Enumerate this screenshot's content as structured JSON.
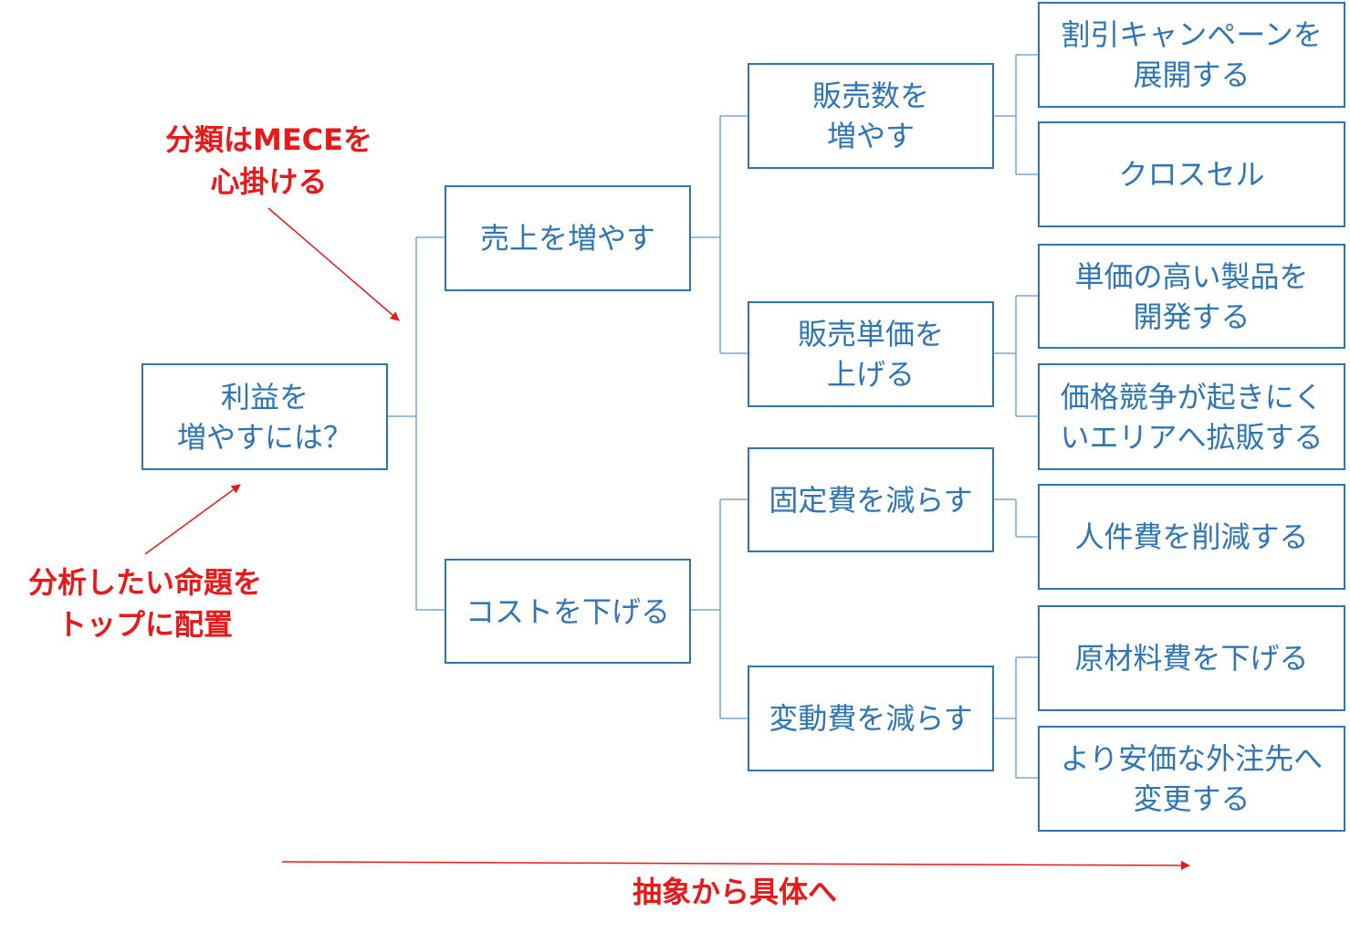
{
  "colors": {
    "node_border": "#2e75b6",
    "node_text": "#2e75b6",
    "annotation": "#e8191a",
    "connector": "#2e75b6"
  },
  "tree": {
    "root": "利益を\n増やすには？",
    "level1": {
      "sales": "売上を増やす",
      "cost": "コストを下げる"
    },
    "level2": {
      "volume": "販売数を\n増やす",
      "price": "販売単価を\n上げる",
      "fixed": "固定費を減らす",
      "variable": "変動費を減らす"
    },
    "level3": {
      "discount": "割引キャンペーンを\n展開する",
      "cross_sell": "クロスセル",
      "premium": "単価の高い製品を\n開発する",
      "region": "価格競争が起きにく\nいエリアへ拡販する",
      "labor": "人件費を削減する",
      "material": "原材料費を下げる",
      "outsourcing": "より安価な外注先へ\n変更する"
    }
  },
  "annotations": {
    "mece": "分類はMECEを\n心掛ける",
    "top": "分析したい命題を\nトップに配置",
    "abstract": "抽象から具体へ"
  }
}
